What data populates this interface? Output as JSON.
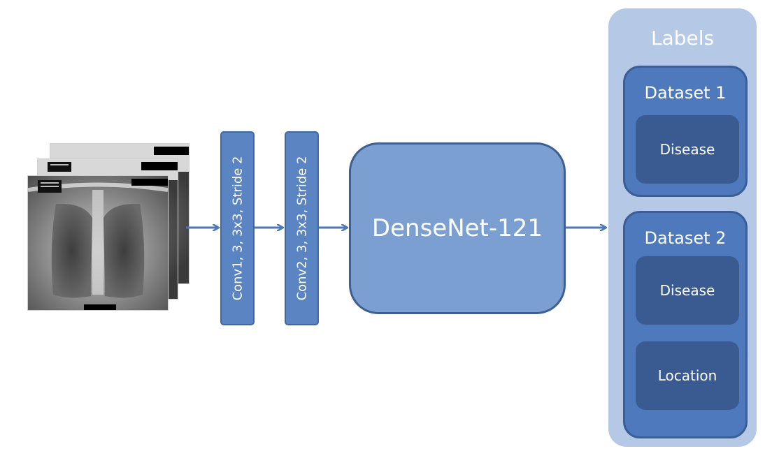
{
  "colors": {
    "conv_fill": "#5a84c2",
    "densenet_fill": "#7b9fd1",
    "labels_panel": "#b5c8e6",
    "dataset_fill": "#4f79bd",
    "label_item_fill": "#3a5a92",
    "arrow": "#4a78b8"
  },
  "input": {
    "icon": "chest-xray-stack-icon"
  },
  "layers": {
    "conv1": "Conv1, 3, 3x3, Stride 2",
    "conv2": "Conv2, 3, 3x3, Stride 2",
    "backbone": "DenseNet-121"
  },
  "labels": {
    "title": "Labels",
    "datasets": [
      {
        "title": "Dataset 1",
        "items": [
          "Disease"
        ]
      },
      {
        "title": "Dataset 2",
        "items": [
          "Disease",
          "Location"
        ]
      }
    ]
  }
}
